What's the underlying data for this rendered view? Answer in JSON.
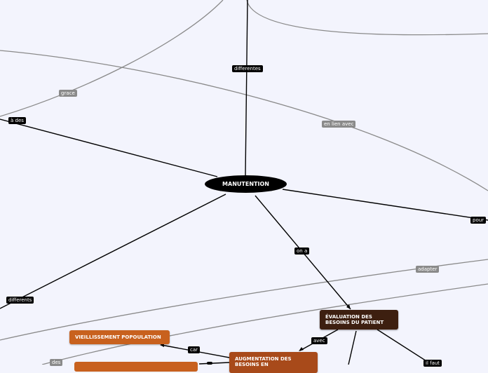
{
  "map": {
    "central": "MANUTENTION",
    "nodes": {
      "evaluation": "ÉVALUATION DES BESOINS DU PATIENT",
      "vieillissement": "VIEILLISSEMENT POPOULATION",
      "augmentation": "AUGMENTATION DES BESOINS EN"
    },
    "labels": {
      "differentes": "differentes",
      "grace": "grace",
      "a_des": "à des",
      "en_lien_avec": "en lien avec",
      "pour": "pour",
      "on_a": "on a",
      "adapter": "adapter",
      "differents": "differents",
      "avec": "avec",
      "car": "car",
      "il_faut": "il faut",
      "des": "des"
    }
  },
  "colors": {
    "background": "#f3f4fd",
    "central": "#000000",
    "evaluation": "#3d1f10",
    "orange": "#c8611e",
    "augmentation": "#a84a1a",
    "grey_line": "#8a8a8a"
  }
}
